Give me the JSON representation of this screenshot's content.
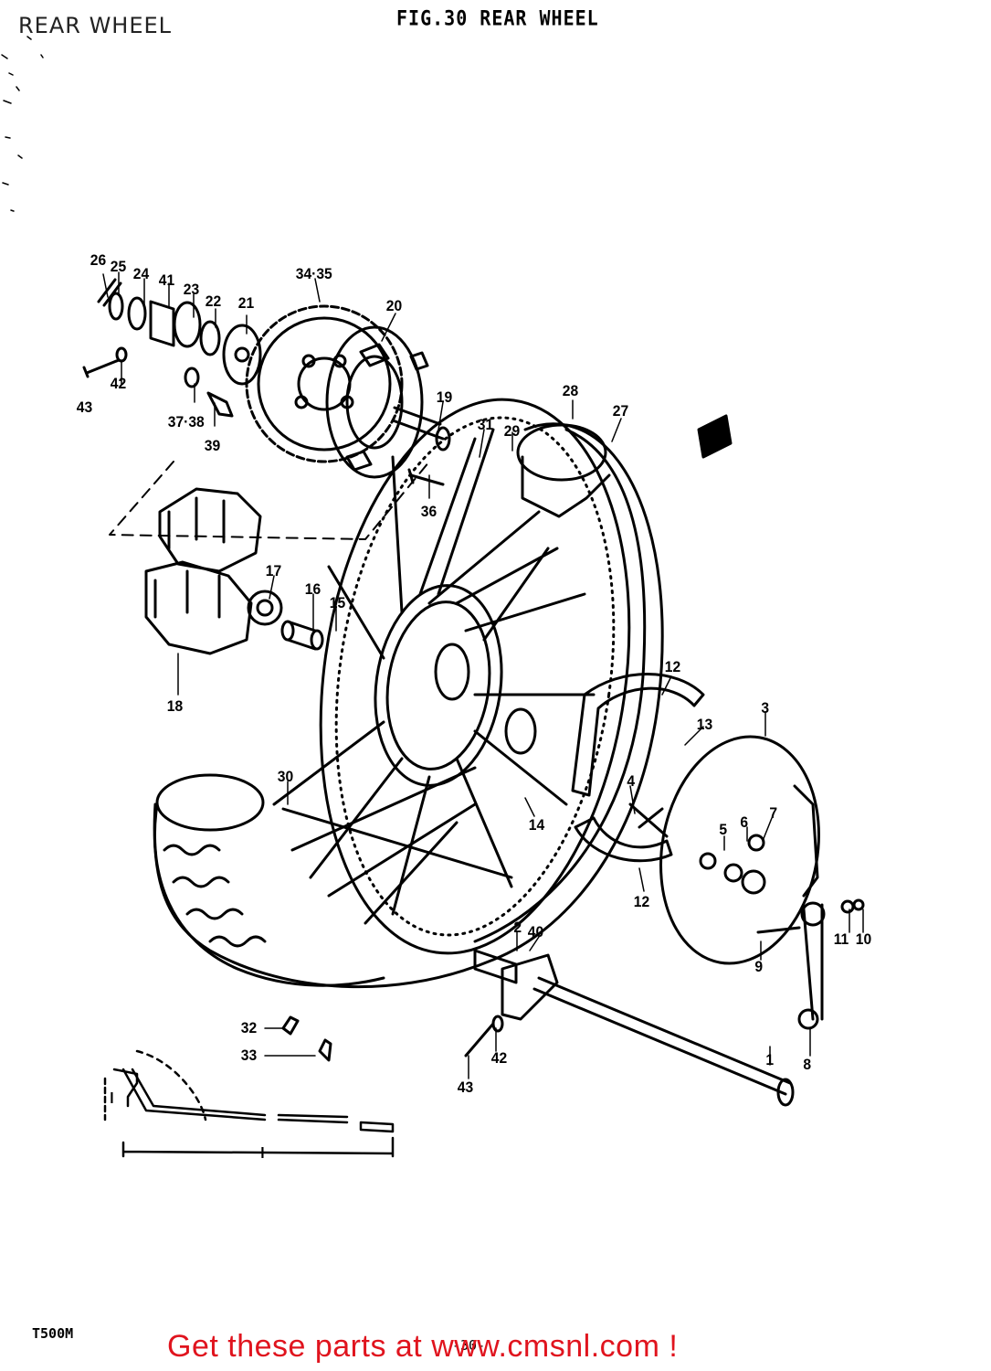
{
  "header": {
    "page_title": "REAR WHEEL",
    "figure_title": "FIG.30  REAR WHEEL"
  },
  "footer": {
    "model": "T500M",
    "page_number": "-30-",
    "promo": "Get these parts at www.cmsnl.com !"
  },
  "callouts": [
    {
      "id": "c26",
      "label": "26"
    },
    {
      "id": "c25",
      "label": "25"
    },
    {
      "id": "c24",
      "label": "24"
    },
    {
      "id": "c41",
      "label": "41"
    },
    {
      "id": "c23",
      "label": "23"
    },
    {
      "id": "c22",
      "label": "22"
    },
    {
      "id": "c21",
      "label": "21"
    },
    {
      "id": "c3435",
      "label": "34·35"
    },
    {
      "id": "c20",
      "label": "20"
    },
    {
      "id": "c42a",
      "label": "42"
    },
    {
      "id": "c43a",
      "label": "43"
    },
    {
      "id": "c3738",
      "label": "37·38"
    },
    {
      "id": "c39",
      "label": "39"
    },
    {
      "id": "c19",
      "label": "19"
    },
    {
      "id": "c36",
      "label": "36"
    },
    {
      "id": "c31",
      "label": "31"
    },
    {
      "id": "c29",
      "label": "29"
    },
    {
      "id": "c28",
      "label": "28"
    },
    {
      "id": "c27",
      "label": "27"
    },
    {
      "id": "c17",
      "label": "17"
    },
    {
      "id": "c16",
      "label": "16"
    },
    {
      "id": "c15",
      "label": "15"
    },
    {
      "id": "c18",
      "label": "18"
    },
    {
      "id": "c12a",
      "label": "12"
    },
    {
      "id": "c13",
      "label": "13"
    },
    {
      "id": "c3",
      "label": "3"
    },
    {
      "id": "c30",
      "label": "30"
    },
    {
      "id": "c14",
      "label": "14"
    },
    {
      "id": "c4",
      "label": "4"
    },
    {
      "id": "c5",
      "label": "5"
    },
    {
      "id": "c6",
      "label": "6"
    },
    {
      "id": "c7",
      "label": "7"
    },
    {
      "id": "c12b",
      "label": "12"
    },
    {
      "id": "c11",
      "label": "11"
    },
    {
      "id": "c10",
      "label": "10"
    },
    {
      "id": "c9",
      "label": "9"
    },
    {
      "id": "c2",
      "label": "2"
    },
    {
      "id": "c40",
      "label": "40"
    },
    {
      "id": "c42b",
      "label": "42"
    },
    {
      "id": "c43b",
      "label": "43"
    },
    {
      "id": "c8",
      "label": "8"
    },
    {
      "id": "c1",
      "label": "1"
    },
    {
      "id": "c32",
      "label": "32"
    },
    {
      "id": "c33",
      "label": "33"
    },
    {
      "id": "cl1",
      "label": "l"
    },
    {
      "id": "cl2",
      "label": "l"
    }
  ]
}
